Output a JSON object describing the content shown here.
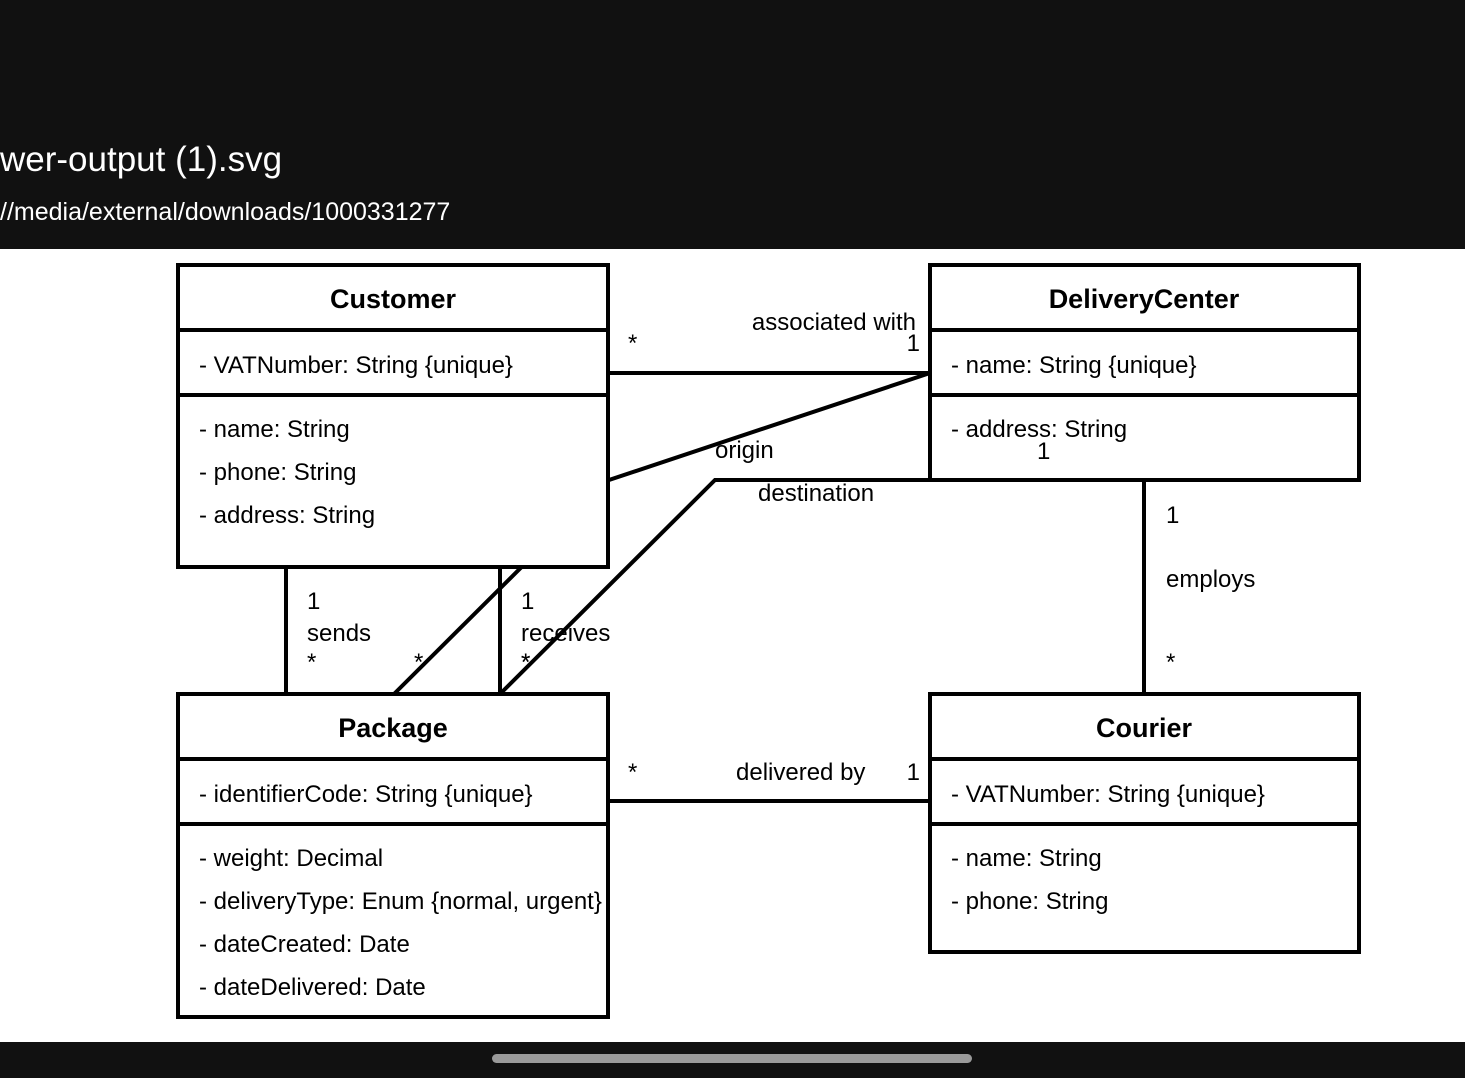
{
  "header": {
    "file_title": "wer-output (1).svg",
    "file_path": "//media/external/downloads/1000331277"
  },
  "diagram": {
    "classes": {
      "customer": {
        "name": "Customer",
        "identity": [
          "- VATNumber: String {unique}"
        ],
        "attributes": [
          "- name: String",
          "- phone: String",
          "- address: String"
        ]
      },
      "delivery_center": {
        "name": "DeliveryCenter",
        "identity": [
          "- name: String {unique}"
        ],
        "attributes": [
          "- address: String"
        ]
      },
      "package": {
        "name": "Package",
        "identity": [
          "- identifierCode: String {unique}"
        ],
        "attributes": [
          "- weight: Decimal",
          "- deliveryType: Enum {normal, urgent}",
          "- dateCreated: Date",
          "- dateDelivered: Date"
        ]
      },
      "courier": {
        "name": "Courier",
        "identity": [
          "- VATNumber: String {unique}"
        ],
        "attributes": [
          "- name: String",
          "- phone: String"
        ]
      }
    },
    "associations": {
      "associated_with": {
        "label": "associated with",
        "source_mult": "*",
        "target_mult": "1"
      },
      "origin": {
        "label": "origin",
        "target_mult": "*"
      },
      "destination": {
        "label": "destination",
        "source_mult": "1",
        "target_mult": "*"
      },
      "sends": {
        "label": "sends",
        "source_mult": "1",
        "target_mult": "*"
      },
      "receives": {
        "label": "receives",
        "source_mult": "1",
        "target_mult": "*"
      },
      "employs": {
        "label": "employs",
        "source_mult": "1",
        "target_mult": "*"
      },
      "delivered_by": {
        "label": "delivered by",
        "source_mult": "*",
        "target_mult": "1"
      }
    }
  }
}
